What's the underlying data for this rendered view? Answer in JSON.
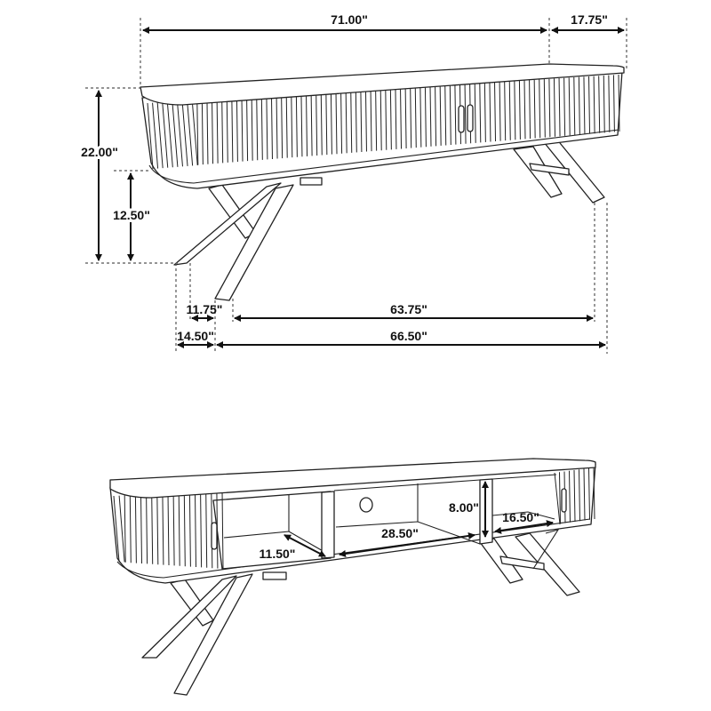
{
  "diagram": {
    "subject": "TV console with tambour sliding doors and X-shaped legs",
    "line_color": "#222222",
    "background": "#ffffff",
    "top_view": {
      "dimensions": {
        "overall_width": "71.00\"",
        "depth": "17.75\"",
        "overall_height": "22.00\"",
        "clearance_height": "12.50\"",
        "leg_foot_offset": "11.75\"",
        "inner_leg_span": "63.75\"",
        "leg_setback": "14.50\"",
        "outer_leg_span": "66.50\""
      }
    },
    "bottom_view": {
      "dimensions": {
        "shelf_depth": "11.50\"",
        "center_opening_width": "28.50\"",
        "opening_height": "8.00\"",
        "side_opening_width": "16.50\""
      }
    }
  }
}
